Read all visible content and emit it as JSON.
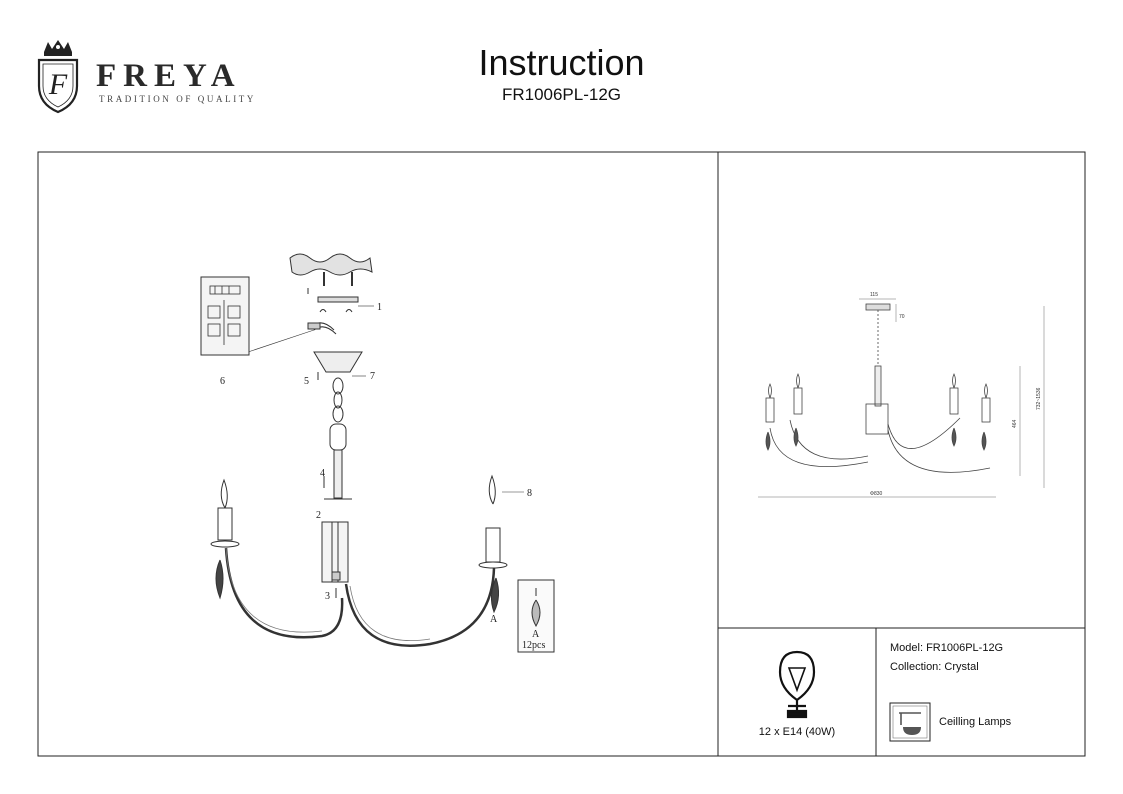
{
  "header": {
    "brand_name": "FREYA",
    "brand_tagline": "TRADITION OF QUALITY",
    "logo_letter": "F",
    "title": "Instruction",
    "subtitle": "FR1006PL-12G"
  },
  "assembly_labels": {
    "part_1": "1",
    "part_2": "2",
    "part_3": "3",
    "part_4": "4",
    "part_5": "5",
    "part_6": "6",
    "part_7": "7",
    "part_8": "8",
    "arm_ref": "A",
    "crystal_ref": "A",
    "crystal_qty": "12pcs"
  },
  "dimensions": {
    "canopy_width": "115",
    "canopy_height": "70",
    "body_height": "464",
    "total_height": "732~1536",
    "diameter": "Φ830"
  },
  "specs": {
    "model": "Model: FR1006PL-12G",
    "collection": "Collection: Crystal",
    "lamp_type": "Ceilling Lamps",
    "bulbs": "12 x E14 (40W)"
  },
  "icons": [
    "freya-crest-icon",
    "bulb-icon",
    "ceiling-lamp-icon"
  ]
}
